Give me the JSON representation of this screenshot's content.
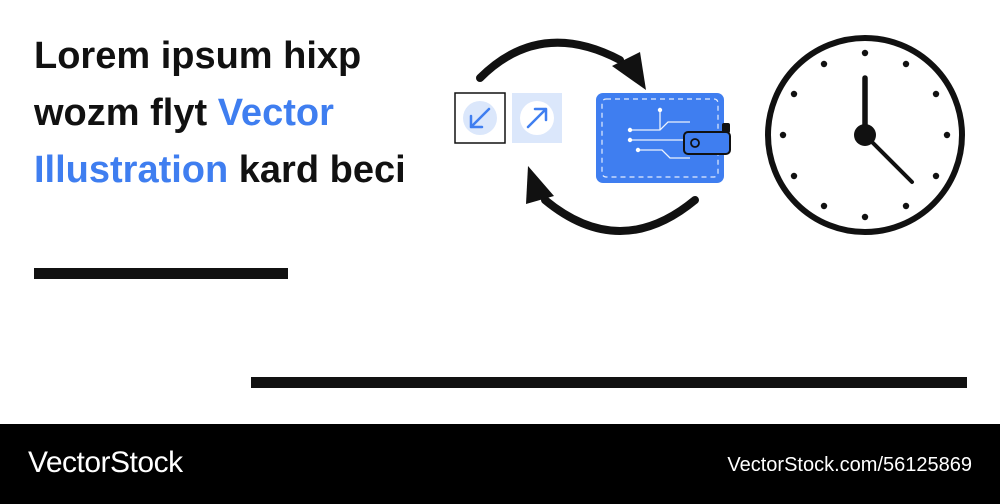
{
  "headline": {
    "part1": "Lorem ipsum hixp wozm flyt ",
    "highlight": "Vector Illustration",
    "part2": " kard beci"
  },
  "colors": {
    "accent": "#3f7ef0",
    "text": "#111111",
    "footer_bg": "#000000",
    "icon_light": "#dbe7fb"
  },
  "icons": [
    "arrow-down-left-icon",
    "arrow-up-right-icon",
    "exchange-cycle-icon",
    "digital-wallet-icon",
    "clock-icon"
  ],
  "footer": {
    "brand": "VectorStock",
    "stock_id": "VectorStock.com/56125869"
  }
}
